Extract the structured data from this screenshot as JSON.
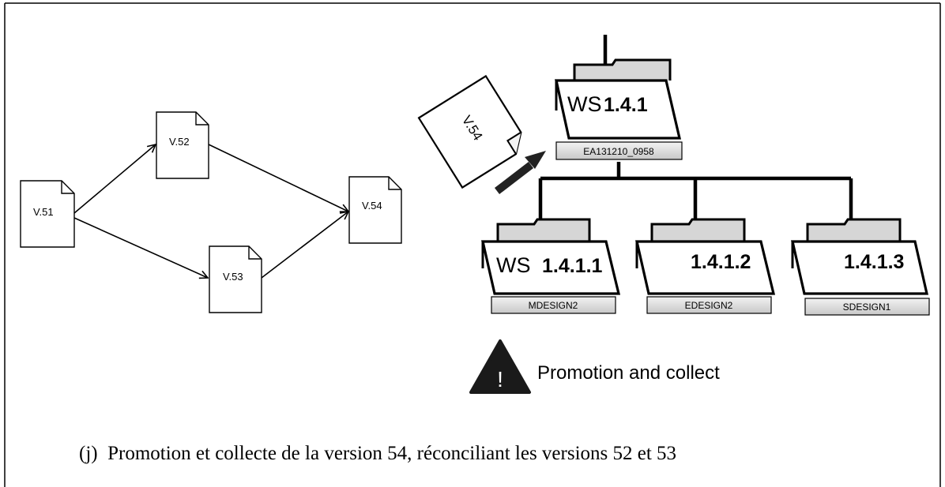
{
  "version_graph": {
    "nodes": [
      "V.51",
      "V.52",
      "V.53",
      "V.54"
    ],
    "edges": [
      [
        "V.51",
        "V.52"
      ],
      [
        "V.51",
        "V.53"
      ],
      [
        "V.52",
        "V.54"
      ],
      [
        "V.53",
        "V.54"
      ]
    ]
  },
  "promoted_document": {
    "label": "V.54"
  },
  "workspace_tree": {
    "parent": {
      "prefix": "WS",
      "id": "1.4.1",
      "tag": "EA131210_0958"
    },
    "children": [
      {
        "prefix": "WS ",
        "id": "1.4.1.1",
        "tag": "MDESIGN2"
      },
      {
        "prefix": "",
        "id": "1.4.1.2",
        "tag": "EDESIGN2"
      },
      {
        "prefix": "",
        "id": "1.4.1.3",
        "tag": "SDESIGN1"
      }
    ]
  },
  "warning": {
    "icon": "warning-triangle-icon",
    "glyph": "!",
    "text": "Promotion and collect"
  },
  "caption": "(j)  Promotion et collecte de la version 54, réconciliant les versions 52 et 53",
  "colors": {
    "line": "#000000",
    "folder_fill": "#ffffff",
    "folder_tab": "#d6d6d6",
    "tag_fill": "#d9d9d9",
    "warning": "#1a1a1a",
    "arrow": "#222222"
  }
}
